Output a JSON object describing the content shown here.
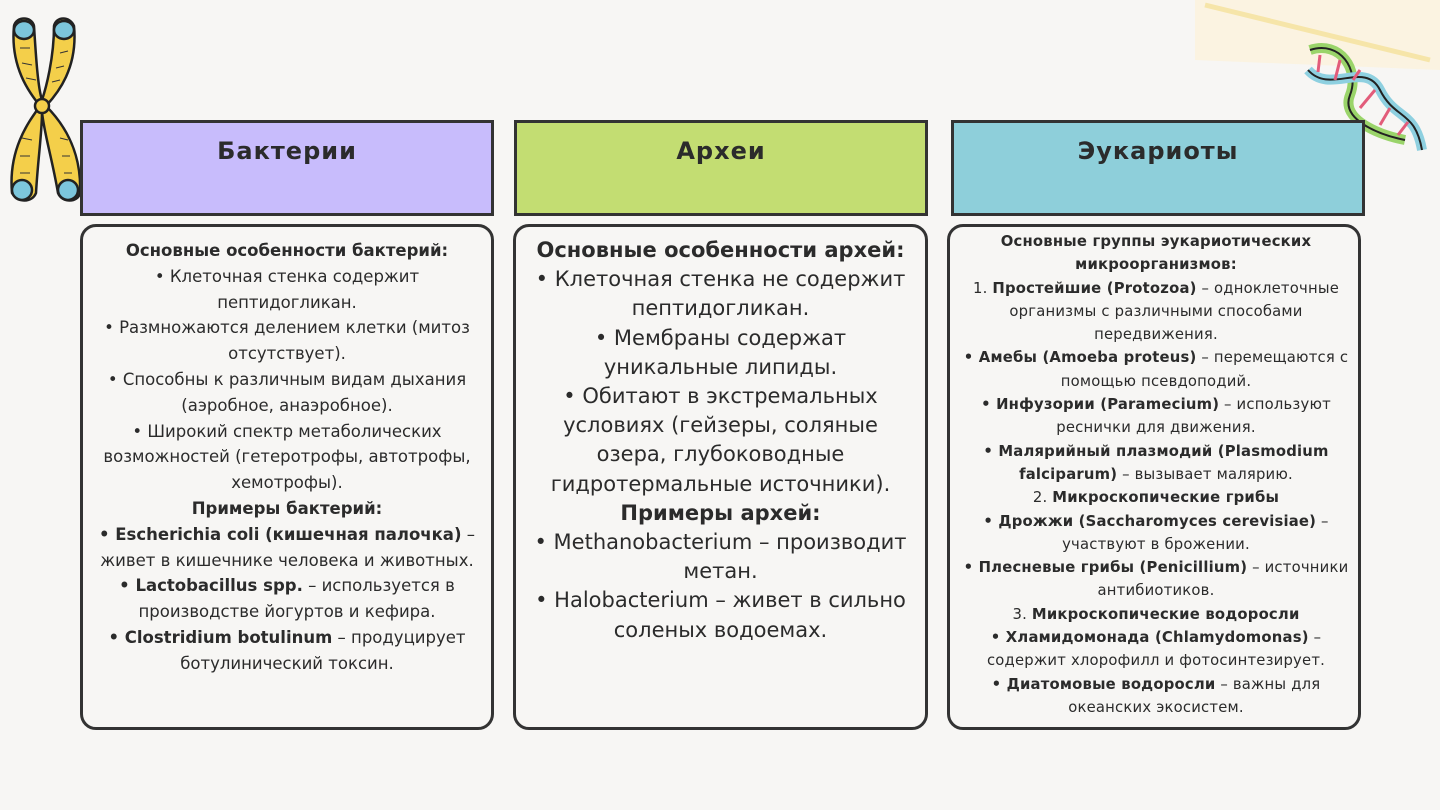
{
  "columns": [
    {
      "title": "Бактерии",
      "color": "#c8bcfc",
      "lines": [
        {
          "bold": "Основные особенности бактерий:",
          "rest": ""
        },
        {
          "bold": "",
          "rest": "• Клеточная стенка содержит пептидогликан."
        },
        {
          "bold": "",
          "rest": "• Размножаются делением клетки (митоз отсутствует)."
        },
        {
          "bold": "",
          "rest": "• Способны к различным видам дыхания (аэробное, анаэробное)."
        },
        {
          "bold": "",
          "rest": "• Широкий спектр метаболических возможностей (гетеротрофы, автотрофы, хемотрофы)."
        },
        {
          "bold": "Примеры бактерий:",
          "rest": ""
        },
        {
          "bold": "• Escherichia coli (кишечная палочка)",
          "rest": " – живет в кишечнике человека и животных."
        },
        {
          "bold": "• Lactobacillus spp.",
          "rest": " – используется в производстве йогуртов и кефира."
        },
        {
          "bold": "• Clostridium botulinum",
          "rest": " – продуцирует ботулинический токсин."
        }
      ]
    },
    {
      "title": "Археи",
      "color": "#c3dd72",
      "lines": [
        {
          "bold": "Основные особенности архей:",
          "rest": ""
        },
        {
          "bold": "",
          "rest": "• Клеточная стенка не содержит пептидогликан."
        },
        {
          "bold": "",
          "rest": "• Мембраны содержат уникальные липиды."
        },
        {
          "bold": "",
          "rest": "• Обитают в экстремальных условиях (гейзеры, соляные озера, глубоководные гидротермальные источники)."
        },
        {
          "bold": "Примеры архей:",
          "rest": ""
        },
        {
          "bold": "",
          "rest": "• Methanobacterium – производит метан."
        },
        {
          "bold": "",
          "rest": "• Halobacterium – живет в сильно соленых водоемах."
        }
      ]
    },
    {
      "title": "Эукариоты",
      "color": "#8ecfda",
      "lines": [
        {
          "bold": "Основные группы эукариотических микроорганизмов:",
          "rest": ""
        },
        {
          "pre": "1. ",
          "bold": "Простейшие (Protozoa)",
          "rest": " – одноклеточные организмы с различными способами передвижения."
        },
        {
          "bold": "• Амебы (Amoeba proteus)",
          "rest": " – перемещаются с помощью псевдоподий."
        },
        {
          "bold": "• Инфузории (Paramecium)",
          "rest": " – используют реснички для движения."
        },
        {
          "bold": "• Малярийный плазмодий (Plasmodium falciparum)",
          "rest": " – вызывает малярию."
        },
        {
          "pre": "2. ",
          "bold": "Микроскопические грибы",
          "rest": ""
        },
        {
          "bold": "• Дрожжи (Saccharomyces cerevisiae)",
          "rest": " – участвуют в брожении."
        },
        {
          "bold": "• Плесневые грибы (Penicillium)",
          "rest": " – источники антибиотиков."
        },
        {
          "pre": "3. ",
          "bold": "Микроскопические водоросли",
          "rest": ""
        },
        {
          "bold": "• Хламидомонада (Chlamydomonas)",
          "rest": " – содержит хлорофилл и фотосинтезирует."
        },
        {
          "bold": "• Диатомовые водоросли",
          "rest": " – важны для океанских экосистем."
        }
      ]
    }
  ],
  "decorations": {
    "left": "chromosome-icon",
    "right": "dna-helix-icon"
  }
}
